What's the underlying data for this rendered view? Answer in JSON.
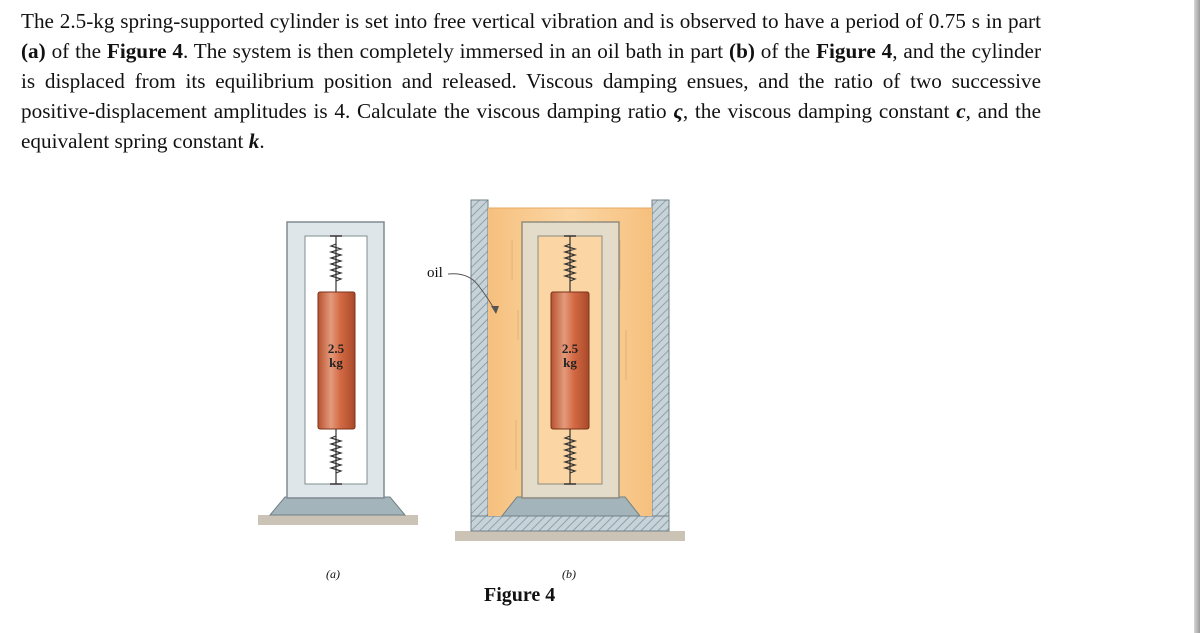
{
  "problem": {
    "p1": "The 2.5-kg spring-supported cylinder is set into free vertical vibration and is observed to have a period of 0.75 s in part ",
    "p2": "(a)",
    "p3": " of the ",
    "p4": "Figure 4",
    "p5": ". The system is then completely immersed in an oil bath in part ",
    "p6": "(b)",
    "p7": " of the ",
    "p8": "Figure 4",
    "p9": ", and the cylinder is displaced from its equilibrium position and released. Viscous damping ensues, and the ratio of two successive positive-displacement amplitudes is 4. Calculate the viscous damping ratio ",
    "p10": "ς",
    "p11": ", the viscous damping constant ",
    "p12": "c",
    "p13": ", and the equivalent spring constant ",
    "p14": "k",
    "p15": "."
  },
  "figure": {
    "mass_a_line1": "2.5",
    "mass_a_line2": "kg",
    "mass_b_line1": "2.5",
    "mass_b_line2": "kg",
    "oil_label": "oil",
    "label_a": "(a)",
    "label_b": "(b)",
    "caption": "Figure 4"
  },
  "colors": {
    "frame": "#dfe6ea",
    "frame_stroke": "#7f8c92",
    "cylinder": "#d46a44",
    "oil": "#f8c88a",
    "base": "#9fb1b7",
    "ground": "#c9c0b2"
  }
}
